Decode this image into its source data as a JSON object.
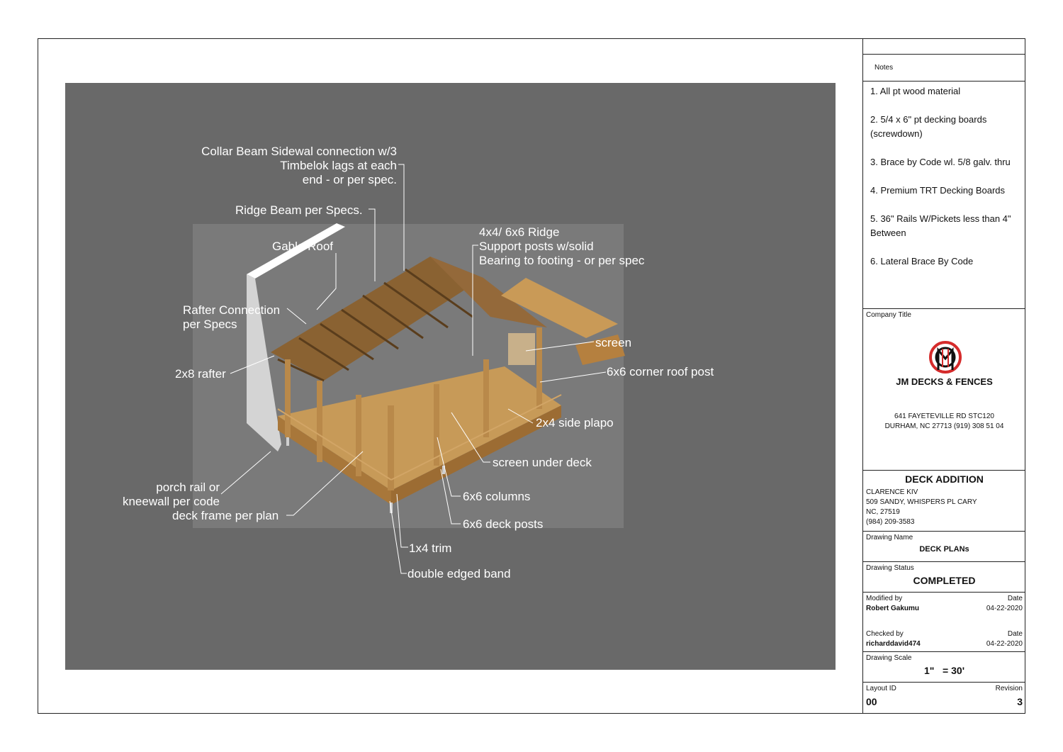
{
  "callouts": {
    "collar": "Collar Beam Sidewal connection w/3\nTimbelok lags at each\nend - or per spec.",
    "ridge_beam": "Ridge Beam per Specs.",
    "gable_roof": "Gable Roof",
    "ridge_posts": "4x4/ 6x6 Ridge\nSupport posts w/solid\nBearing to footing - or per spec",
    "rafter_connection": "Rafter Connection\nper Specs",
    "rafter": "2x8 rafter",
    "screen": "screen",
    "corner_post": "6x6 corner roof post",
    "side_plapo": "2x4 side plapo",
    "screen_under": "screen under deck",
    "porch_rail": "porch rail or\nkneewall per code",
    "deck_frame": "deck frame per plan",
    "columns": "6x6 columns",
    "deck_posts": "6x6 deck posts",
    "trim": "1x4 trim",
    "band": "double edged band"
  },
  "title_block": {
    "notes_label": "Notes",
    "notes": [
      "1. All pt wood material",
      "2. 5/4 x 6\" pt decking boards (screwdown)",
      "3. Brace by Code wl. 5/8 galv. thru",
      "4. Premium TRT Decking Boards",
      "5. 36\" Rails W/Pickets less than 4\" Between",
      "6. Lateral Brace By Code"
    ],
    "company_label": "Company Title",
    "company_name": "JM DECKS & FENCES",
    "company_addr1": "641 FAYETEVILLE RD  STC120",
    "company_addr2": "DURHAM, NC 27713 (919) 308 51 04",
    "project_title": "DECK ADDITION",
    "client_name": "CLARENCE KIV",
    "client_addr1": "509 SANDY, WHISPERS PL CARY",
    "client_addr2": "NC, 27519",
    "client_phone": "(984) 209-3583",
    "drawing_name_label": "Drawing Name",
    "drawing_name": "DECK PLANs",
    "drawing_status_label": "Drawing Status",
    "drawing_status": "COMPLETED",
    "modified_label": "Modified by",
    "modified_by": "Robert Gakumu",
    "date_label": "Date",
    "modified_date": "04-22-2020",
    "checked_label": "Checked by",
    "checked_by": "richarddavid474",
    "checked_date": "04-22-2020",
    "scale_label": "Drawing Scale",
    "scale": "1\"   = 30'",
    "layout_label": "Layout ID",
    "layout_id": "00",
    "revision_label": "Revision",
    "revision": "3"
  },
  "colors": {
    "background": "#696969",
    "wood": "#b9894a",
    "wall": "#d9d9d9"
  }
}
